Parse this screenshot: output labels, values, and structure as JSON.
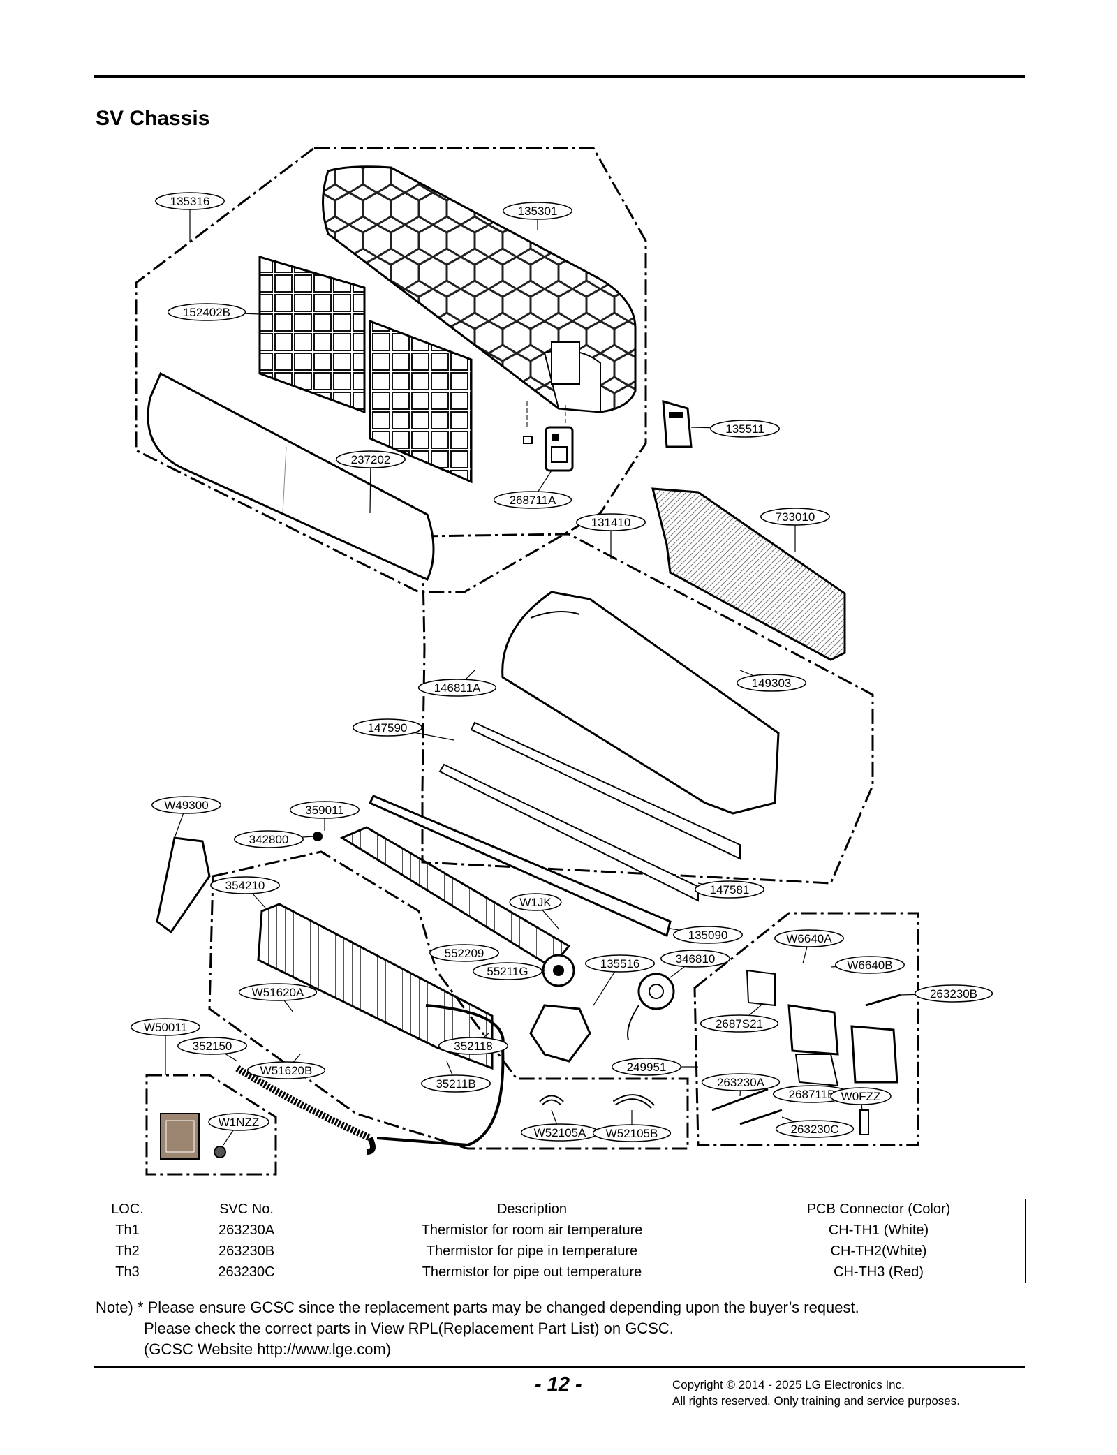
{
  "section_title": "SV Chassis",
  "callouts": [
    {
      "id": "c1",
      "label": "135316"
    },
    {
      "id": "c2",
      "label": "135301"
    },
    {
      "id": "c3",
      "label": "152402B"
    },
    {
      "id": "c4",
      "label": "135511"
    },
    {
      "id": "c5",
      "label": "237202"
    },
    {
      "id": "c6",
      "label": "268711A"
    },
    {
      "id": "c7",
      "label": "131410"
    },
    {
      "id": "c8",
      "label": "733010"
    },
    {
      "id": "c9",
      "label": "146811A"
    },
    {
      "id": "c10",
      "label": "149303"
    },
    {
      "id": "c11",
      "label": "147590"
    },
    {
      "id": "c12",
      "label": "W49300"
    },
    {
      "id": "c13",
      "label": "359011"
    },
    {
      "id": "c14",
      "label": "342800"
    },
    {
      "id": "c15",
      "label": "354210"
    },
    {
      "id": "c16",
      "label": "147581"
    },
    {
      "id": "c17",
      "label": "W1JK"
    },
    {
      "id": "c18",
      "label": "135090"
    },
    {
      "id": "c19",
      "label": "W6640A"
    },
    {
      "id": "c20",
      "label": "552209"
    },
    {
      "id": "c21",
      "label": "346810"
    },
    {
      "id": "c22",
      "label": "135516"
    },
    {
      "id": "c23",
      "label": "W6640B"
    },
    {
      "id": "c24",
      "label": "55211G"
    },
    {
      "id": "c25",
      "label": "263230B"
    },
    {
      "id": "c26",
      "label": "W51620A"
    },
    {
      "id": "c27",
      "label": "2687S21"
    },
    {
      "id": "c28",
      "label": "W50011"
    },
    {
      "id": "c29",
      "label": "352150"
    },
    {
      "id": "c30",
      "label": "352118"
    },
    {
      "id": "c31",
      "label": "249951"
    },
    {
      "id": "c32",
      "label": "W51620B"
    },
    {
      "id": "c33",
      "label": "263230A"
    },
    {
      "id": "c34",
      "label": "35211B"
    },
    {
      "id": "c35",
      "label": "268711B"
    },
    {
      "id": "c36",
      "label": "W0FZZ"
    },
    {
      "id": "c37",
      "label": "W1NZZ"
    },
    {
      "id": "c38",
      "label": "263230C"
    },
    {
      "id": "c39",
      "label": "W52105A"
    },
    {
      "id": "c40",
      "label": "W52105B"
    }
  ],
  "table": {
    "headers": [
      "LOC.",
      "SVC No.",
      "Description",
      "PCB Connector (Color)"
    ],
    "rows": [
      [
        "Th1",
        "263230A",
        "Thermistor for room air temperature",
        "CH-TH1 (White)"
      ],
      [
        "Th2",
        "263230B",
        "Thermistor for pipe in temperature",
        "CH-TH2(White)"
      ],
      [
        "Th3",
        "263230C",
        "Thermistor for pipe out temperature",
        "CH-TH3 (Red)"
      ]
    ]
  },
  "note": {
    "line1": "Note) * Please ensure GCSC since the replacement parts may be changed depending upon the buyer’s request.",
    "line2": "Please check the correct parts in View RPL(Replacement Part List) on GCSC.",
    "line3": "(GCSC Website http://www.lge.com)"
  },
  "footer": {
    "page_number": "- 12 -",
    "copyright_line1": "Copyright © 2014 - 2025 LG Electronics Inc.",
    "copyright_line2": "All rights reserved. Only training and service purposes."
  }
}
